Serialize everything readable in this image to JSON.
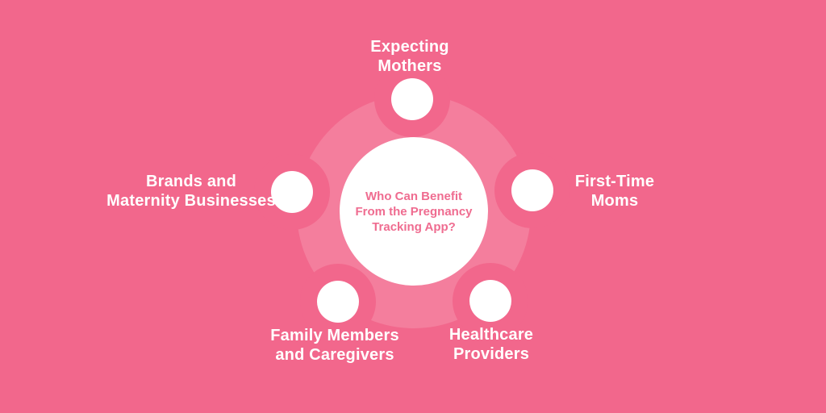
{
  "title": "Who Can Benefit From the Pregnancy Tracking App?",
  "center": {
    "title": "Who Can Benefit\nFrom the Pregnancy\nTracking App?"
  },
  "nodes": [
    {
      "id": "expecting-mothers",
      "label": "Expecting\nMothers",
      "position": "top"
    },
    {
      "id": "first-time-moms",
      "label": "First-Time\nMoms",
      "position": "right"
    },
    {
      "id": "healthcare-providers",
      "label": "Healthcare\nProviders",
      "position": "bottom-right"
    },
    {
      "id": "family-members-and-caregivers",
      "label": "Family Members\nand Caregivers",
      "position": "bottom-left"
    },
    {
      "id": "brands-and-maternity-businesses",
      "label": "Brands and\nMaternity Businesses",
      "position": "left"
    }
  ],
  "colors": {
    "background": "#F2678C",
    "halo": "#F47E9D",
    "node_fill": "#FFFFFF",
    "center_fill": "#FFFFFF",
    "center_text": "#EF6C90",
    "label_text": "#FFFFFF"
  }
}
